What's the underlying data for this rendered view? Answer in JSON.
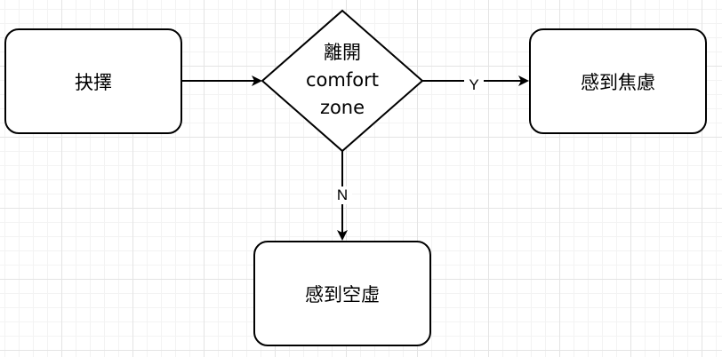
{
  "nodes": {
    "choose": "抉擇",
    "decision": {
      "line1": "離開",
      "line2": "comfort",
      "line3": "zone"
    },
    "anxiety": "感到焦慮",
    "empty": "感到空虛"
  },
  "edges": {
    "yes_label": "Y",
    "no_label": "N"
  },
  "colors": {
    "stroke": "#000000",
    "fill": "#ffffff",
    "grid": "#e4e4e4"
  }
}
